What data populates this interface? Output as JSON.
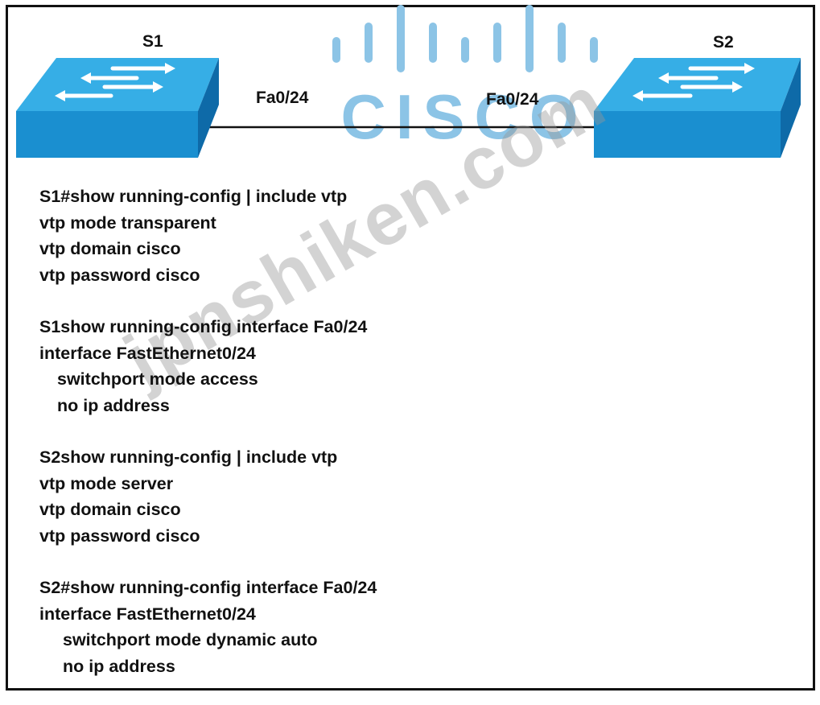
{
  "topology": {
    "switch_left_label": "S1",
    "switch_right_label": "S2",
    "port_left_label": "Fa0/24",
    "port_right_label": "Fa0/24",
    "switch_color": "#1a8fd0",
    "switch_top_color": "#36aee6",
    "switch_side_color": "#0e6aa8"
  },
  "watermark": {
    "logo_text": "CISCO",
    "logo_color": "#8cc4e6",
    "site_text": "jpnshiken.com"
  },
  "config_blocks": [
    {
      "lines": [
        {
          "text": "S1#show running-config | include vtp",
          "indent": 0
        },
        {
          "text": "vtp mode transparent",
          "indent": 0
        },
        {
          "text": "vtp domain cisco",
          "indent": 0
        },
        {
          "text": "vtp password cisco",
          "indent": 0
        }
      ]
    },
    {
      "lines": [
        {
          "text": "S1show running-config interface Fa0/24",
          "indent": 0
        },
        {
          "text": "interface FastEthernet0/24",
          "indent": 0
        },
        {
          "text": "switchport mode access",
          "indent": 1
        },
        {
          "text": "no ip address",
          "indent": 1
        }
      ]
    },
    {
      "lines": [
        {
          "text": "S2show running-config | include vtp",
          "indent": 0
        },
        {
          "text": "vtp mode server",
          "indent": 0
        },
        {
          "text": "vtp domain cisco",
          "indent": 0
        },
        {
          "text": "vtp password cisco",
          "indent": 0
        }
      ]
    },
    {
      "lines": [
        {
          "text": "S2#show running-config interface Fa0/24",
          "indent": 0
        },
        {
          "text": "interface FastEthernet0/24",
          "indent": 0
        },
        {
          "text": "switchport mode dynamic auto",
          "indent": 2
        },
        {
          "text": "no ip address",
          "indent": 2
        }
      ]
    }
  ]
}
